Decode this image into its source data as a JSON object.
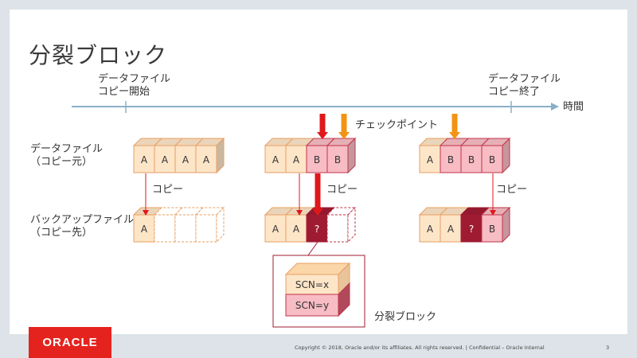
{
  "title": "分裂ブロック",
  "timeline": {
    "start_line1": "データファイル",
    "start_line2": "コピー開始",
    "end_line1": "データファイル",
    "end_line2": "コピー終了",
    "axis_label": "時間"
  },
  "checkpoint_label": "チェックポイント",
  "rows": {
    "source_line1": "データファイル",
    "source_line2": "（コピー元）",
    "backup_line1": "バックアップファイル",
    "backup_line2": "（コピー先）"
  },
  "copy_label": "コピー",
  "groups": [
    {
      "source": [
        "A",
        "A",
        "A",
        "A"
      ],
      "backup": [
        "A",
        "",
        "",
        ""
      ]
    },
    {
      "source": [
        "A",
        "A",
        "B",
        "B"
      ],
      "backup": [
        "A",
        "A",
        "?",
        ""
      ]
    },
    {
      "source": [
        "A",
        "B",
        "B",
        "B"
      ],
      "backup": [
        "A",
        "A",
        "?",
        "B"
      ]
    }
  ],
  "detail": {
    "top": "SCN=x",
    "bottom": "SCN=y",
    "caption": "分裂ブロック"
  },
  "colors": {
    "a_fill": "#fde5c8",
    "a_stroke": "#e8a063",
    "b_fill": "#f7bcc4",
    "b_stroke": "#c0354a",
    "split_fill": "#9e1b32",
    "red_arrow": "#e0171b",
    "orange_arrow": "#f39314",
    "axis": "#8ab0c8"
  },
  "footer": {
    "logo": "ORACLE",
    "copyright": "Copyright © 2018, Oracle and/or its affiliates. All rights reserved.  |  Confidential – Oracle Internal",
    "page": "3"
  }
}
